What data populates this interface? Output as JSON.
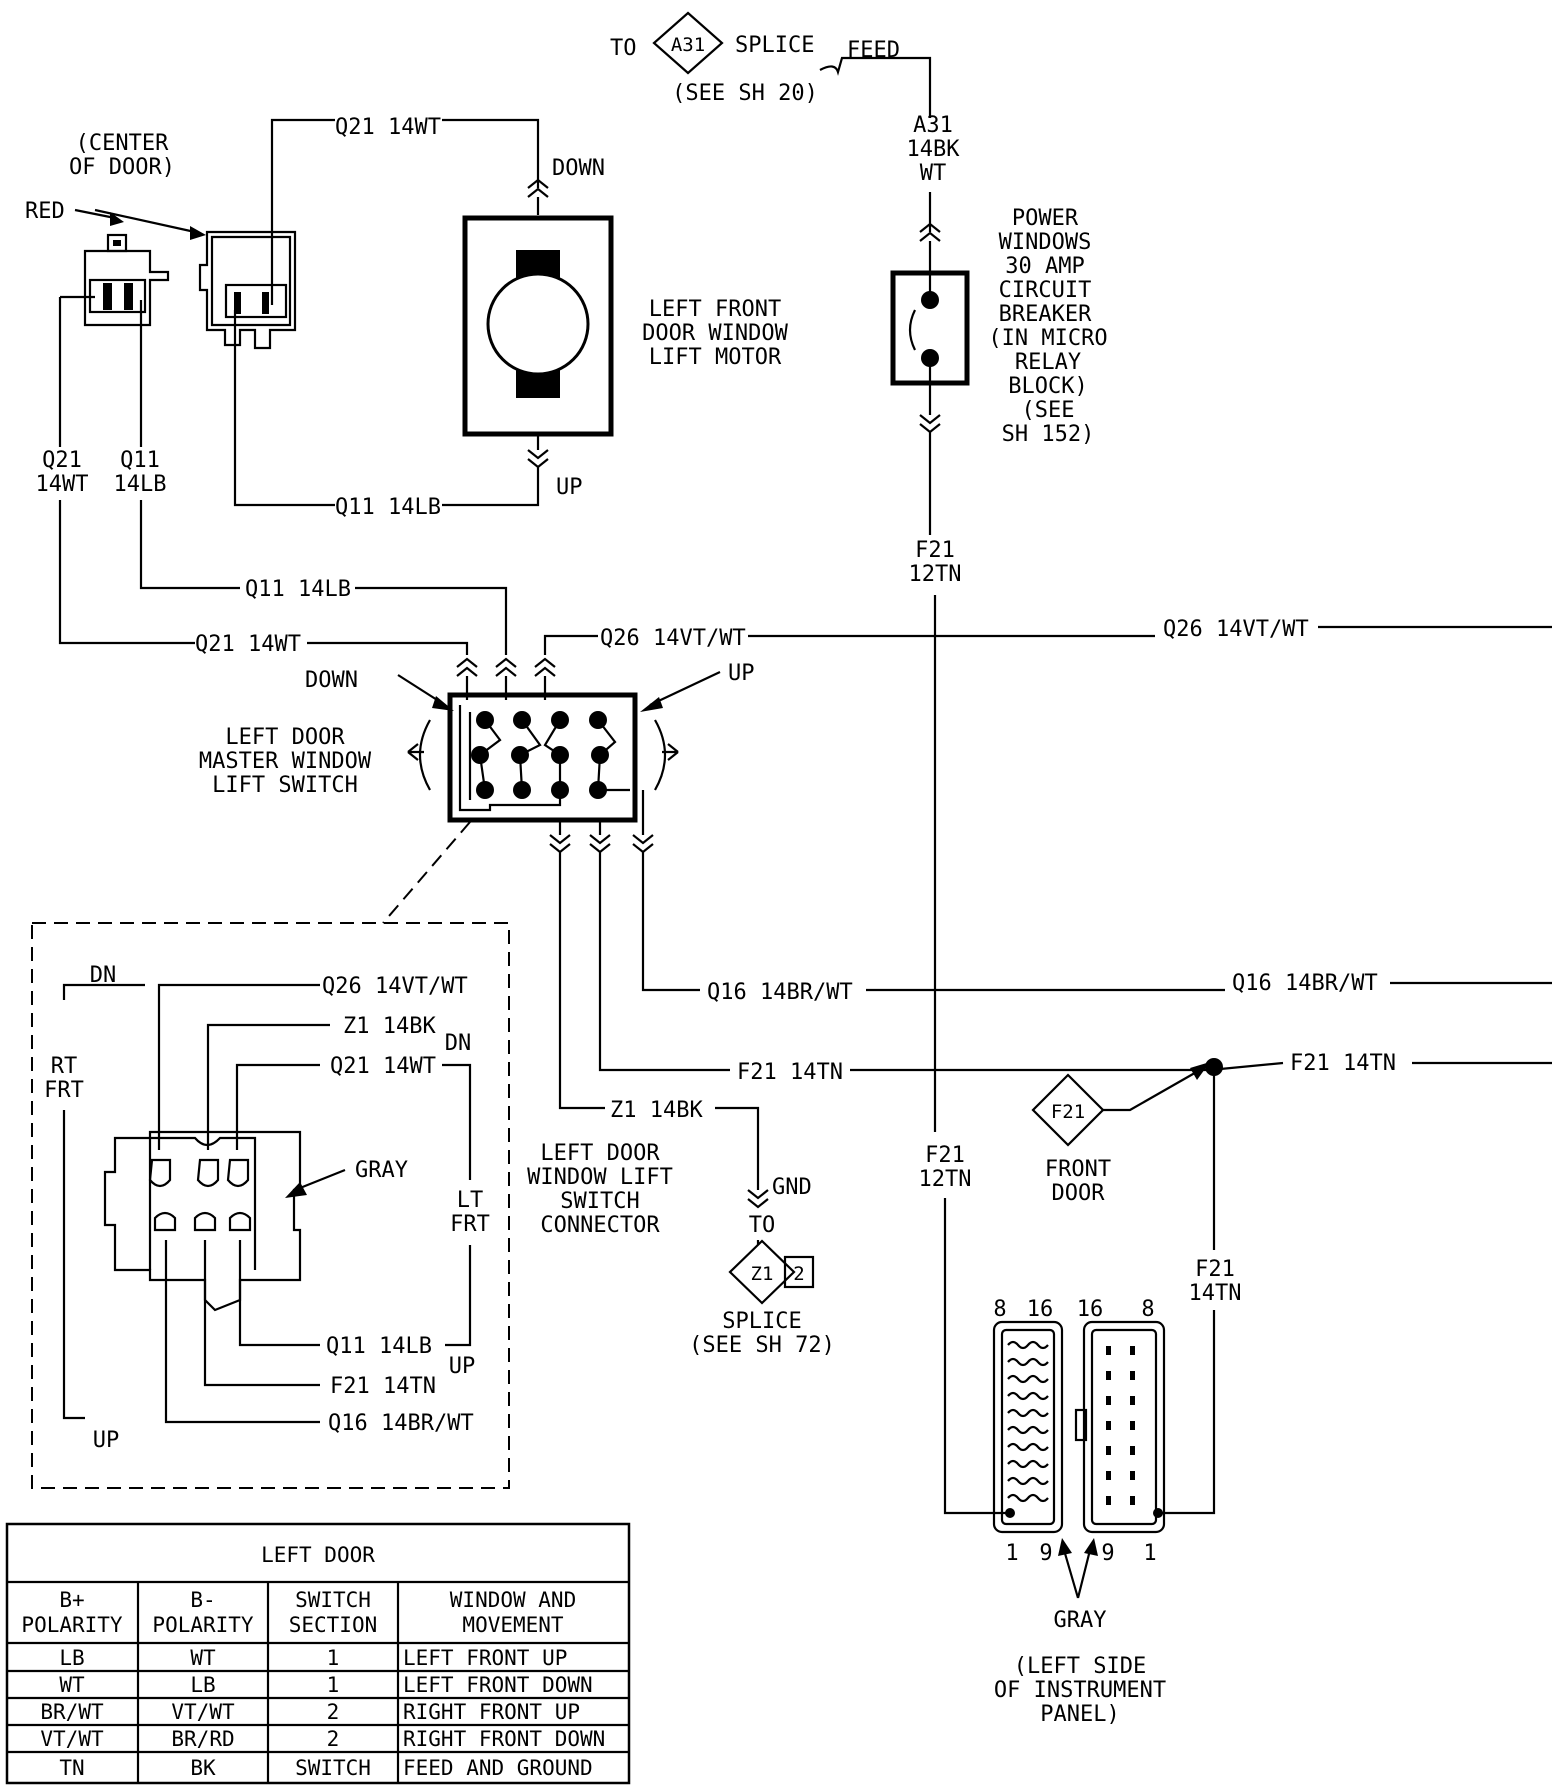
{
  "splice_a31": {
    "to": "TO",
    "code": "A31",
    "splice": "SPLICE",
    "see": "(SEE SH 20)",
    "feed": "FEED"
  },
  "feed_wire": {
    "code": "A31",
    "gauge": "14BK",
    "color": "WT"
  },
  "breaker": {
    "lines": [
      "POWER",
      "WINDOWS",
      "30 AMP",
      "CIRCUIT",
      "BREAKER",
      "(IN MICRO",
      "RELAY",
      "BLOCK)",
      "(SEE",
      "SH 152)"
    ]
  },
  "f21_12tn_upper": {
    "code": "F21",
    "gauge": "12TN"
  },
  "f21_12tn_lower": {
    "code": "F21",
    "gauge": "12TN"
  },
  "center_of_door": [
    "(CENTER",
    "OF DOOR)"
  ],
  "red_label": "RED",
  "motor": {
    "wire_top": "Q21 14WT",
    "wire_bottom": "Q11 14LB",
    "down": "DOWN",
    "up": "UP",
    "name": [
      "LEFT FRONT",
      "DOOR WINDOW",
      "LIFT MOTOR"
    ]
  },
  "left_wires": {
    "q21_code": "Q21",
    "q21_gauge": "14WT",
    "q11_code": "Q11",
    "q11_gauge": "14LB"
  },
  "master_switch": {
    "wire_q11": "Q11 14LB",
    "wire_q21": "Q21 14WT",
    "wire_q26": "Q26 14VT/WT",
    "wire_q26_right": "Q26 14VT/WT",
    "down": "DOWN",
    "up": "UP",
    "name": [
      "LEFT DOOR",
      "MASTER WINDOW",
      "LIFT SWITCH"
    ],
    "wire_q16": "Q16 14BR/WT",
    "wire_q16_right": "Q16 14BR/WT",
    "wire_f21": "F21 14TN",
    "wire_f21_right": "F21 14TN",
    "wire_z1": "Z1 14BK",
    "gnd": "GND"
  },
  "connector_name": [
    "LEFT DOOR",
    "WINDOW LIFT",
    "SWITCH",
    "CONNECTOR"
  ],
  "splice_z1": {
    "to": "TO",
    "code": "Z1",
    "pin": "2",
    "splice": "SPLICE",
    "see": "(SEE SH 72)"
  },
  "front_door": {
    "code": "F21",
    "label": [
      "FRONT",
      "DOOR"
    ]
  },
  "f21_14tn_vertical": {
    "code": "F21",
    "gauge": "14TN"
  },
  "ip_connector": {
    "top_left_pins": [
      "8",
      "16"
    ],
    "top_right_pins": [
      "16",
      "8"
    ],
    "bottom_left_pins": [
      "1",
      "9"
    ],
    "bottom_right_pins": [
      "9",
      "1"
    ],
    "color": "GRAY",
    "location": [
      "(LEFT SIDE",
      "OF INSTRUMENT",
      "PANEL)"
    ]
  },
  "inset": {
    "dn_top": "DN",
    "rt_frt": [
      "RT",
      "FRT"
    ],
    "up_bottom": "UP",
    "wire_q26": "Q26 14VT/WT",
    "wire_z1": "Z1 14BK",
    "wire_q21": "Q21 14WT",
    "dn_right": "DN",
    "gray": "GRAY",
    "lt_frt": [
      "LT",
      "FRT"
    ],
    "wire_q11": "Q11 14LB",
    "up_right": "UP",
    "wire_f21": "F21 14TN",
    "wire_q16": "Q16 14BR/WT"
  },
  "table": {
    "title": "LEFT DOOR",
    "headers": [
      [
        "B+",
        "POLARITY"
      ],
      [
        "B-",
        "POLARITY"
      ],
      [
        "SWITCH",
        "SECTION"
      ],
      [
        "WINDOW AND",
        "MOVEMENT"
      ]
    ],
    "rows": [
      [
        "LB",
        "WT",
        "1",
        "LEFT FRONT UP"
      ],
      [
        "WT",
        "LB",
        "1",
        "LEFT FRONT DOWN"
      ],
      [
        "BR/WT",
        "VT/WT",
        "2",
        "RIGHT FRONT UP"
      ],
      [
        "VT/WT",
        "BR/RD",
        "2",
        "RIGHT FRONT DOWN"
      ],
      [
        "TN",
        "BK",
        "SWITCH",
        "FEED AND GROUND"
      ]
    ]
  }
}
